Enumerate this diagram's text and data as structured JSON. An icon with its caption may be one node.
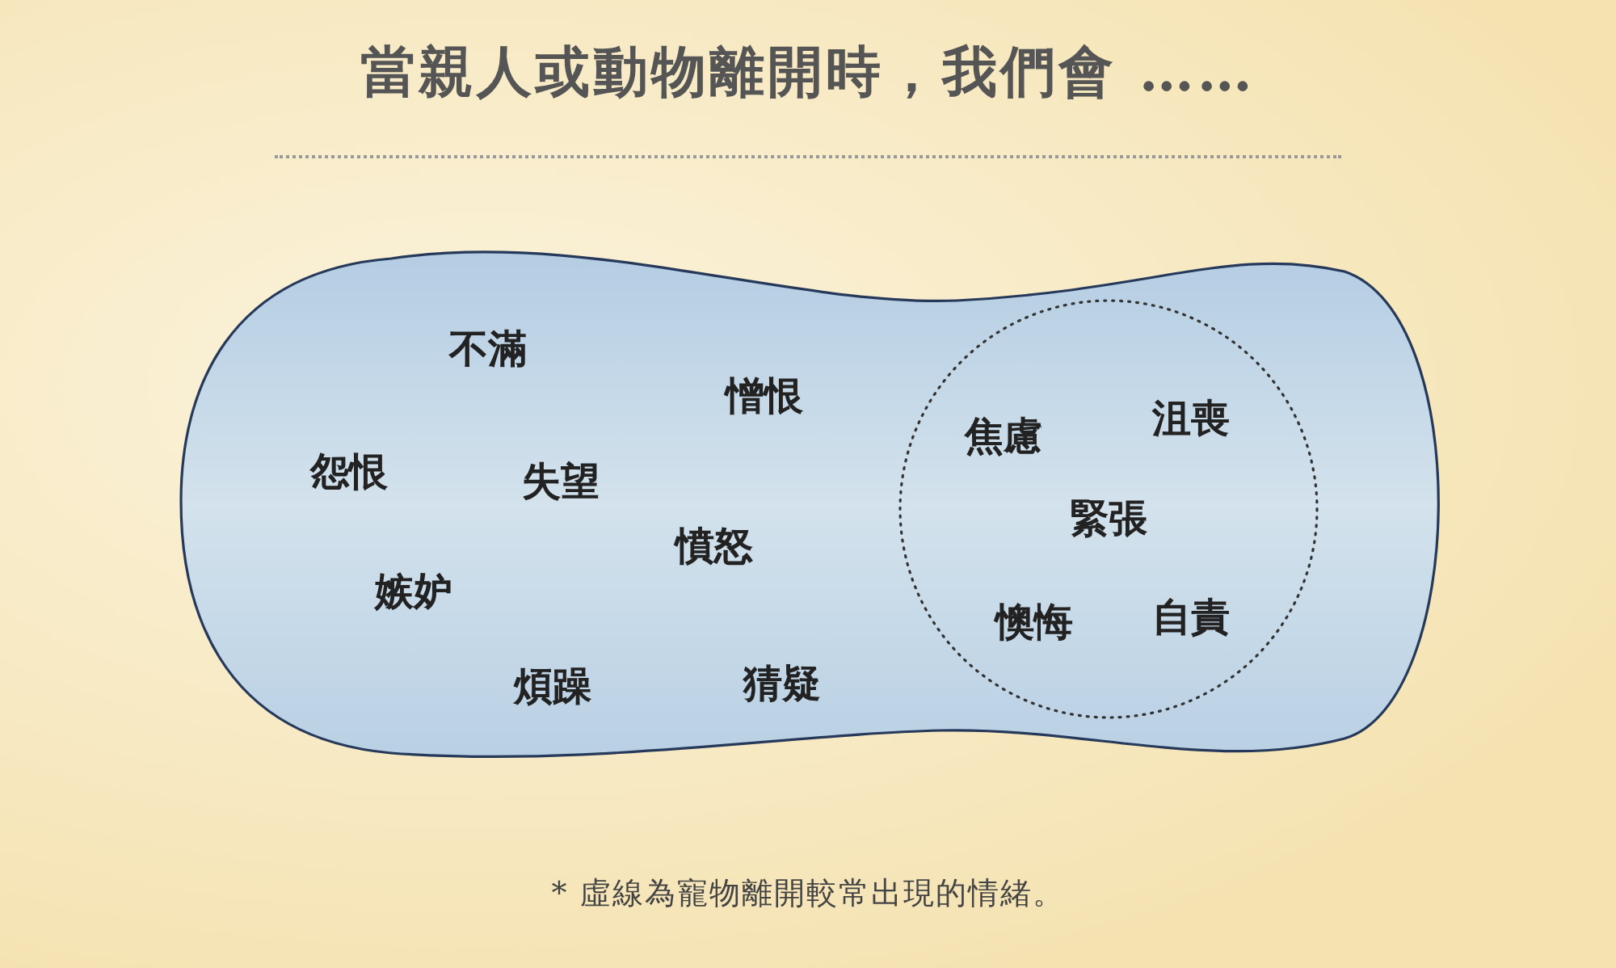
{
  "diagram": {
    "title": "當親人或動物離開時，我們會 ……",
    "nodes": [
      {
        "text": [],
        "shape": "blob"
      },
      {
        "text": [
          "不滿"
        ],
        "in": 0
      },
      {
        "text": [
          "憎恨"
        ],
        "in": 0
      },
      {
        "text": [
          "怨恨"
        ],
        "in": 0
      },
      {
        "text": [
          "失望"
        ],
        "in": 0
      },
      {
        "text": [
          "憤怒"
        ],
        "in": 0
      },
      {
        "text": [
          "嫉妒"
        ],
        "in": 0
      },
      {
        "text": [
          "煩躁"
        ],
        "in": 0
      },
      {
        "text": [
          "猜疑"
        ],
        "in": 0
      },
      {
        "text": [],
        "shape": "circle",
        "in": 0
      },
      {
        "text": [
          "焦慮"
        ],
        "in": 9
      },
      {
        "text": [
          "沮喪"
        ],
        "in": 9
      },
      {
        "text": [
          "緊張"
        ],
        "in": 9
      },
      {
        "text": [
          "懊悔"
        ],
        "in": 9
      },
      {
        "text": [
          "自責"
        ],
        "in": 9
      }
    ],
    "edges": [],
    "caption": "* 虛線為寵物離開較常出現的情緒。"
  }
}
